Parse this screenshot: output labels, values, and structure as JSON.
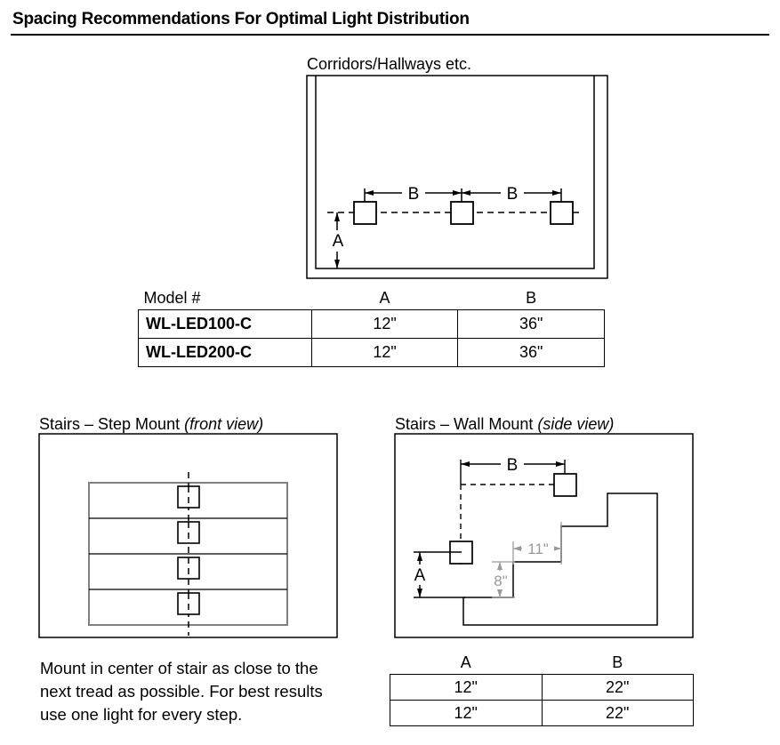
{
  "page": {
    "title": "Spacing Recommendations For Optimal Light Distribution"
  },
  "corridor": {
    "caption": "Corridors/Hallways etc.",
    "dimensions": {
      "a_label": "A",
      "b_label_left": "B",
      "b_label_right": "B"
    },
    "fixture_count": 3
  },
  "model_table": {
    "headers": [
      "Model #",
      "A",
      "B"
    ],
    "rows": [
      {
        "model": "WL-LED100-C",
        "a": "12\"",
        "b": "36\""
      },
      {
        "model": "WL-LED200-C",
        "a": "12\"",
        "b": "36\""
      }
    ]
  },
  "step_mount": {
    "caption_main": "Stairs – Step Mount ",
    "caption_italic": "(front view)",
    "step_count": 4,
    "note": "Mount in center of stair as close to the next tread as possible. For best results use one light for every step."
  },
  "wall_mount": {
    "caption_main": "Stairs – Wall Mount ",
    "caption_italic": "(side view)",
    "dimensions": {
      "a_label": "A",
      "b_label": "B",
      "tread_label": "11\"",
      "riser_label": "8\""
    }
  },
  "stairs_table": {
    "headers": [
      "A",
      "B"
    ],
    "rows": [
      {
        "a": "12\"",
        "b": "22\""
      },
      {
        "a": "12\"",
        "b": "22\""
      }
    ]
  },
  "colors": {
    "line": "#000000",
    "gray_dim": "#9a9a9a",
    "step_edge": "#808080"
  }
}
